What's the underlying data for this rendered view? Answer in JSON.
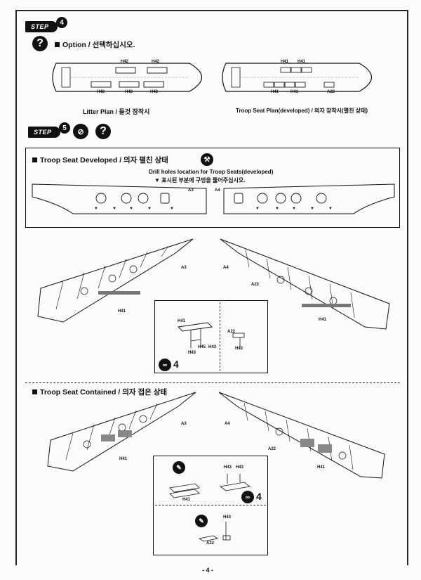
{
  "step4": {
    "badge": "STEP",
    "number": "4",
    "option_heading": "Option / 선택하십시오.",
    "left_caption": "Litter Plan / 들것 장착시",
    "right_caption": "Troop Seat Plan(developed) / 의자 장착시(펼친 상태)",
    "left_part_labels_top": [
      "H42",
      "H42"
    ],
    "left_part_labels_bottom": [
      "H42",
      "H42",
      "H42"
    ],
    "right_part_labels_top": [
      "H41",
      "H41"
    ],
    "right_part_labels_bottom": [
      "H41",
      "H41",
      "A22"
    ]
  },
  "step5": {
    "badge": "STEP",
    "number": "5",
    "developed_heading": "Troop Seat Developed / 의자 펼친 상태",
    "drill_note_en": "Drill holes location for Troop Seats(developed)",
    "drill_note_ko": "▼ 표시된 부분에 구멍을 뚫어주십시오.",
    "panel_labels": [
      "A3",
      "A4"
    ],
    "upper_labels": {
      "a3": "A3",
      "a4": "A4",
      "a22": "A22",
      "h41_left": "H41",
      "h41_right": "H41"
    },
    "detail_upper": {
      "h41": "H41",
      "h45": "H45",
      "h43a": "H43",
      "h43b": "H43",
      "a22": "A22",
      "h43c": "H43",
      "count": "4"
    },
    "contained_heading": "Troop Seat Contained / 의자 접은 상태",
    "lower_labels": {
      "a3": "A3",
      "a4": "A4",
      "a22": "A22",
      "h41_left": "H41",
      "h41_right": "H41"
    },
    "detail_lower": {
      "h43a": "H43",
      "h43b": "H43",
      "h41": "H41",
      "h43c": "H43",
      "a22": "A22",
      "count": "4"
    }
  },
  "footer": {
    "page_number": "- 4 -"
  }
}
